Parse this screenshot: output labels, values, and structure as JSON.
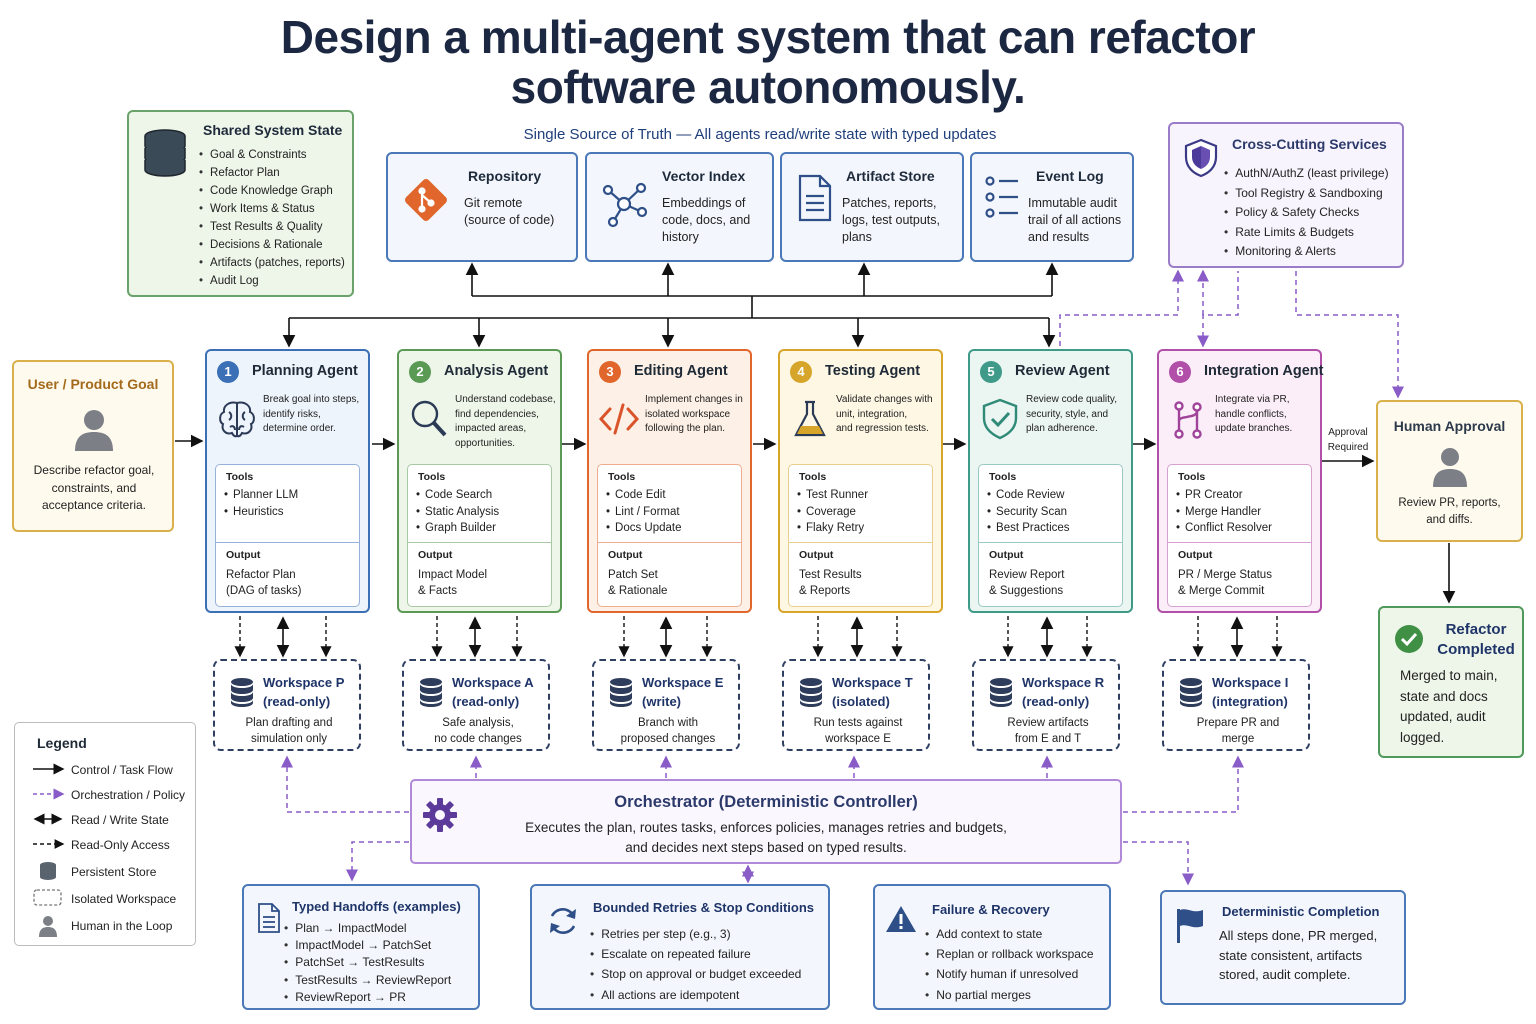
{
  "title": {
    "line1": "Design a multi-agent system that can refactor",
    "line2": "software autonomously."
  },
  "subtitle": "Single Source of Truth — All agents read/write state with typed updates",
  "shared_state": {
    "title": "Shared System State",
    "items": [
      "Goal & Constraints",
      "Refactor Plan",
      "Code Knowledge Graph",
      "Work Items & Status",
      "Test Results & Quality",
      "Decisions & Rationale",
      "Artifacts (patches, reports)",
      "Audit Log"
    ]
  },
  "stores": [
    {
      "title": "Repository",
      "lines": [
        "Git remote",
        "(source of code)"
      ],
      "icon": "git-icon"
    },
    {
      "title": "Vector Index",
      "lines": [
        "Embeddings of",
        "code, docs, and",
        "history"
      ],
      "icon": "graph-nodes-icon"
    },
    {
      "title": "Artifact Store",
      "lines": [
        "Patches, reports,",
        "logs, test outputs,",
        "plans"
      ],
      "icon": "document-icon"
    },
    {
      "title": "Event Log",
      "lines": [
        "Immutable audit",
        "trail of all actions",
        "and results"
      ],
      "icon": "list-icon"
    }
  ],
  "cross_cutting": {
    "title": "Cross-Cutting Services",
    "items": [
      "AuthN/AuthZ (least privilege)",
      "Tool Registry & Sandboxing",
      "Policy & Safety Checks",
      "Rate Limits & Budgets",
      "Monitoring & Alerts"
    ]
  },
  "user_goal": {
    "title": "User / Product Goal",
    "lines": [
      "Describe refactor goal,",
      "constraints, and",
      "acceptance criteria."
    ]
  },
  "agents": [
    {
      "num": "1",
      "name": "Planning Agent",
      "desc": [
        "Break goal into steps,",
        "identify  risks,",
        "determine order."
      ],
      "tools_label": "Tools",
      "tools": [
        "Planner LLM",
        "Heuristics"
      ],
      "output_label": "Output",
      "output": [
        "Refactor Plan",
        "(DAG of tasks)"
      ],
      "color": "#3b6fb6",
      "bg": "#eef4fc",
      "icon": "brain-icon"
    },
    {
      "num": "2",
      "name": "Analysis Agent",
      "desc": [
        "Understand codebase,",
        "find dependencies,",
        "impacted areas,",
        "opportunities."
      ],
      "tools_label": "Tools",
      "tools": [
        "Code Search",
        "Static Analysis",
        "Graph Builder"
      ],
      "output_label": "Output",
      "output": [
        "Impact Model",
        "& Facts"
      ],
      "color": "#5a9a55",
      "bg": "#eef6ea",
      "icon": "magnifier-icon"
    },
    {
      "num": "3",
      "name": "Editing Agent",
      "desc": [
        "Implement changes in",
        "isolated workspace",
        "following the plan."
      ],
      "tools_label": "Tools",
      "tools": [
        "Code Edit",
        "Lint / Format",
        "Docs Update"
      ],
      "output_label": "Output",
      "output": [
        "Patch Set",
        "& Rationale"
      ],
      "color": "#e0662c",
      "bg": "#fdf0e6",
      "icon": "code-icon"
    },
    {
      "num": "4",
      "name": "Testing Agent",
      "desc": [
        "Validate changes with",
        "unit, integration,",
        "and regression tests."
      ],
      "tools_label": "Tools",
      "tools": [
        "Test Runner",
        "Coverage",
        "Flaky Retry"
      ],
      "output_label": "Output",
      "output": [
        "Test Results",
        "& Reports"
      ],
      "color": "#d6a52a",
      "bg": "#fdf7e4",
      "icon": "flask-icon"
    },
    {
      "num": "5",
      "name": "Review Agent",
      "desc": [
        "Review code quality,",
        "security, style, and",
        "plan adherence."
      ],
      "tools_label": "Tools",
      "tools": [
        "Code Review",
        "Security Scan",
        "Best Practices"
      ],
      "output_label": "Output",
      "output": [
        "Review Report",
        "& Suggestions"
      ],
      "color": "#3f9a8a",
      "bg": "#ebf5f2",
      "icon": "shield-check-icon"
    },
    {
      "num": "6",
      "name": "Integration Agent",
      "desc": [
        "Integrate via PR,",
        "handle conflicts,",
        "update branches."
      ],
      "tools_label": "Tools",
      "tools": [
        "PR Creator",
        "Merge Handler",
        "Conflict Resolver"
      ],
      "output_label": "Output",
      "output": [
        "PR / Merge Status",
        "& Merge Commit"
      ],
      "color": "#b24fa8",
      "bg": "#fbeef8",
      "icon": "branch-icon"
    }
  ],
  "workspaces": [
    {
      "title": "Workspace P",
      "mode": "(read-only)",
      "lines": [
        "Plan drafting and",
        "simulation only"
      ]
    },
    {
      "title": "Workspace A",
      "mode": "(read-only)",
      "lines": [
        "Safe analysis,",
        "no code changes"
      ]
    },
    {
      "title": "Workspace E",
      "mode": "(write)",
      "lines": [
        "Branch with",
        "proposed changes"
      ]
    },
    {
      "title": "Workspace T",
      "mode": "(isolated)",
      "lines": [
        "Run tests against",
        "workspace E"
      ]
    },
    {
      "title": "Workspace R",
      "mode": "(read-only)",
      "lines": [
        "Review artifacts",
        "from E and T"
      ]
    },
    {
      "title": "Workspace I",
      "mode": "(integration)",
      "lines": [
        "Prepare PR and",
        "merge"
      ]
    }
  ],
  "approval_label": [
    "Approval",
    "Required"
  ],
  "human_approval": {
    "title": "Human Approval",
    "lines": [
      "Review PR, reports,",
      "and diffs."
    ]
  },
  "refactor_completed": {
    "title": [
      "Refactor",
      "Completed"
    ],
    "lines": [
      "Merged to main,",
      "state and docs",
      "updated, audit",
      "logged."
    ]
  },
  "orchestrator": {
    "title": "Orchestrator (Deterministic Controller)",
    "lines": [
      "Executes the plan, routes tasks, enforces policies, manages retries and budgets,",
      "and decides next steps based on typed results."
    ]
  },
  "legend": {
    "title": "Legend",
    "items": [
      "Control / Task Flow",
      "Orchestration / Policy",
      "Read / Write State",
      "Read-Only Access",
      "Persistent Store",
      "Isolated Workspace",
      "Human in the Loop"
    ]
  },
  "typed_handoffs": {
    "title": "Typed Handoffs (examples)",
    "items": [
      "Plan → ImpactModel",
      "ImpactModel → PatchSet",
      "PatchSet → TestResults",
      "TestResults → ReviewReport",
      "ReviewReport → PR"
    ]
  },
  "bounded_retries": {
    "title": "Bounded Retries & Stop Conditions",
    "items": [
      "Retries per step (e.g., 3)",
      "Escalate on repeated failure",
      "Stop on approval or budget exceeded",
      "All actions are idempotent"
    ]
  },
  "failure_recovery": {
    "title": "Failure & Recovery",
    "items": [
      "Add context to state",
      "Replan or rollback workspace",
      "Notify human if unresolved",
      "No partial merges"
    ]
  },
  "deterministic_completion": {
    "title": "Deterministic Completion",
    "lines": [
      "All steps done, PR merged,",
      "state consistent, artifacts",
      "stored, audit complete."
    ]
  },
  "colors": {
    "title": "#1c2742",
    "control": "#111111",
    "orchestration": "#8a5cc7",
    "store_border": "#4a78b8"
  }
}
